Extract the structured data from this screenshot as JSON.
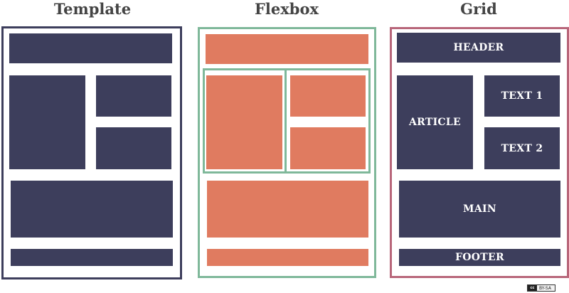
{
  "titles": {
    "template": "Template",
    "flexbox": "Flexbox",
    "grid": "Grid"
  },
  "grid_labels": {
    "header": "HEADER",
    "article": "ARTICLE",
    "text1": "TEXT 1",
    "text2": "TEXT 2",
    "main": "MAIN",
    "footer": "FOOTER"
  },
  "license": {
    "cc": "cc",
    "text": "BY-SA"
  },
  "colors": {
    "template_frame": "#3d3e5c",
    "template_block": "#3d3e5c",
    "flexbox_frame": "#7fb89a",
    "flexbox_block": "#e07b60",
    "grid_frame": "#b8667a",
    "grid_block": "#3d3e5c"
  }
}
